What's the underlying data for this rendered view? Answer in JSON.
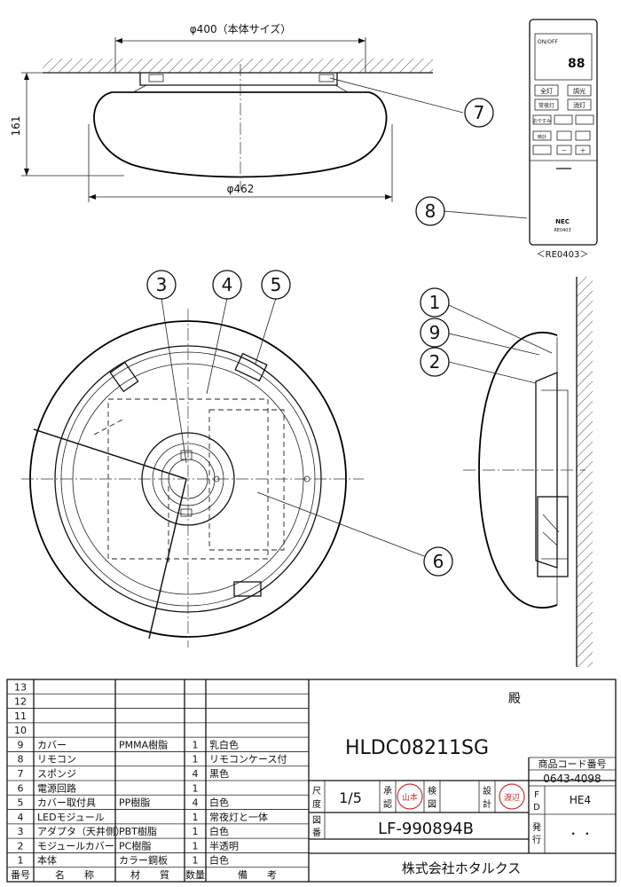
{
  "top_view": {
    "dim_width": "φ400（本体サイズ）",
    "dim_diameter": "φ462",
    "dim_height": "161"
  },
  "remote": {
    "model": "＜RE0403＞",
    "brand": "NEC",
    "code": "RE0403",
    "btn_all": "全灯",
    "btn_dim": "調光",
    "btn_night": "常夜灯",
    "btn_off": "消灯",
    "btn_sleep": "おやすみ",
    "btn_time": "時計",
    "btn_minus": "－",
    "btn_plus": "＋"
  },
  "callouts": [
    "1",
    "2",
    "3",
    "4",
    "5",
    "6",
    "7",
    "8",
    "9"
  ],
  "parts_table": {
    "row_numbers": [
      "13",
      "12",
      "11",
      "10",
      "9",
      "8",
      "7",
      "6",
      "5",
      "4",
      "3",
      "2",
      "1"
    ],
    "rows": [
      {
        "no": "13",
        "name": "",
        "material": "",
        "qty": "",
        "note": ""
      },
      {
        "no": "12",
        "name": "",
        "material": "",
        "qty": "",
        "note": ""
      },
      {
        "no": "11",
        "name": "",
        "material": "",
        "qty": "",
        "note": ""
      },
      {
        "no": "10",
        "name": "",
        "material": "",
        "qty": "",
        "note": ""
      },
      {
        "no": "9",
        "name": "カバー",
        "material": "PMMA樹脂",
        "qty": "1",
        "note": "乳白色"
      },
      {
        "no": "8",
        "name": "リモコン",
        "material": "",
        "qty": "1",
        "note": "リモコンケース付"
      },
      {
        "no": "7",
        "name": "スポンジ",
        "material": "",
        "qty": "4",
        "note": "黒色"
      },
      {
        "no": "6",
        "name": "電源回路",
        "material": "",
        "qty": "1",
        "note": ""
      },
      {
        "no": "5",
        "name": "カバー取付具",
        "material": "PP樹脂",
        "qty": "4",
        "note": "白色"
      },
      {
        "no": "4",
        "name": "LEDモジュール",
        "material": "",
        "qty": "1",
        "note": "常夜灯と一体"
      },
      {
        "no": "3",
        "name": "アダプタ（天井側）",
        "material": "PBT樹脂",
        "qty": "1",
        "note": "白色"
      },
      {
        "no": "2",
        "name": "モジュールカバー",
        "material": "PC樹脂",
        "qty": "1",
        "note": "半透明"
      },
      {
        "no": "1",
        "name": "本体",
        "material": "カラー鋼板",
        "qty": "1",
        "note": "白色"
      }
    ],
    "header": {
      "no": "番号",
      "name": "名　　称",
      "material": "材　　質",
      "qty": "数量",
      "note": "備　　考"
    }
  },
  "title_block": {
    "honorific": "殿",
    "model_name": "HLDC08211SG",
    "product_code_label": "商品コード番号",
    "product_code": "0643-4098",
    "scale_label": "尺度",
    "scale_value": "1/5",
    "approval_label": "承認",
    "check_label": "検図",
    "design_label": "設計",
    "drawing_no_label": "図番",
    "drawing_no": "LF-990894B",
    "fd_label": "FD",
    "fd_value": "HE4",
    "issue_label": "発行",
    "issue_value": "・ ・",
    "company": "株式会社ホタルクス",
    "stamp_approve": "山本",
    "stamp_check": "",
    "stamp_design": "渡辺"
  }
}
